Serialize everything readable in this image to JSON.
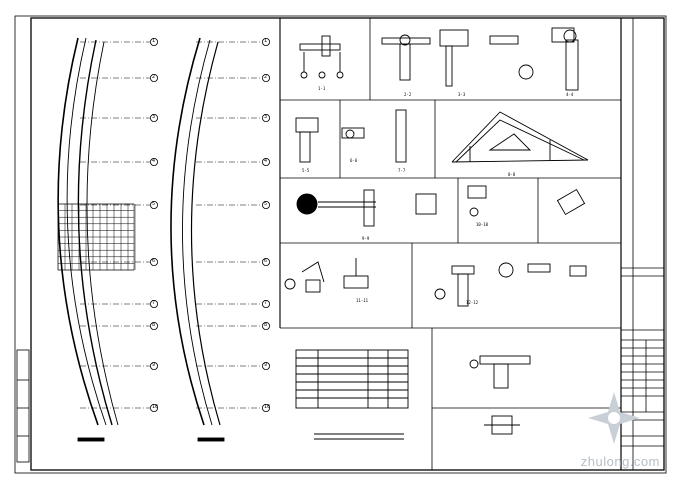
{
  "watermark": {
    "text": "zhulong.com"
  },
  "plan_axis_labels": [
    "1",
    "2",
    "3",
    "4",
    "5",
    "6",
    "7",
    "8",
    "9",
    "10",
    "11",
    "12"
  ],
  "sheet_labels": [
    "1-1",
    "2-2",
    "3-3",
    "4-4",
    "5-5",
    "6-6",
    "7-7",
    "8-8",
    "9-9",
    "10-10",
    "11-11",
    "12-12"
  ],
  "colors": {
    "line": "#000000",
    "watermark": "#b7bec6",
    "paper": "#ffffff"
  },
  "icons": {
    "watermark_logo": "zhulong-logo-icon"
  }
}
